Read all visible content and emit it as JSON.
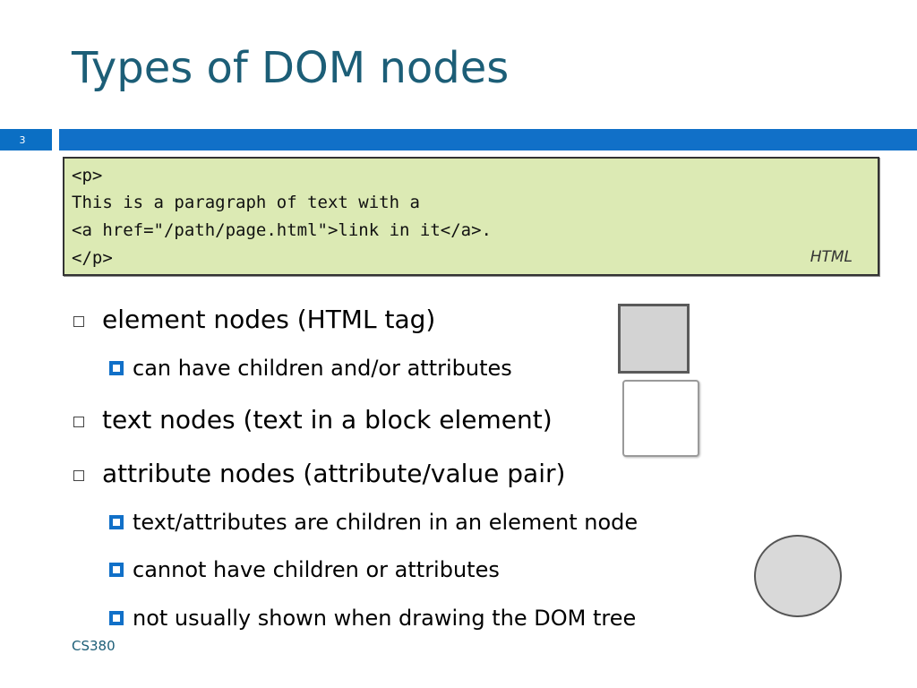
{
  "slide": {
    "title": "Types of DOM nodes",
    "number": "3",
    "footer": "CS380"
  },
  "code_box": {
    "lines": [
      "<p>",
      "This is a paragraph of text with a",
      "<a href=\"/path/page.html\">link in it</a>.",
      "</p>"
    ],
    "language": "HTML"
  },
  "bullets": [
    {
      "text": "element nodes (HTML tag)"
    },
    {
      "text": "can have children and/or attributes"
    },
    {
      "text": "text nodes (text in a block element)"
    },
    {
      "text": "attribute nodes (attribute/value pair)"
    },
    {
      "text": "text/attributes are children in an element node"
    },
    {
      "text": "cannot have children or attributes"
    },
    {
      "text": "not usually shown when drawing the DOM tree"
    }
  ],
  "colors": {
    "title": "#1c5e77",
    "accent_bar": "#1170c8",
    "code_background": "#dceab4"
  }
}
